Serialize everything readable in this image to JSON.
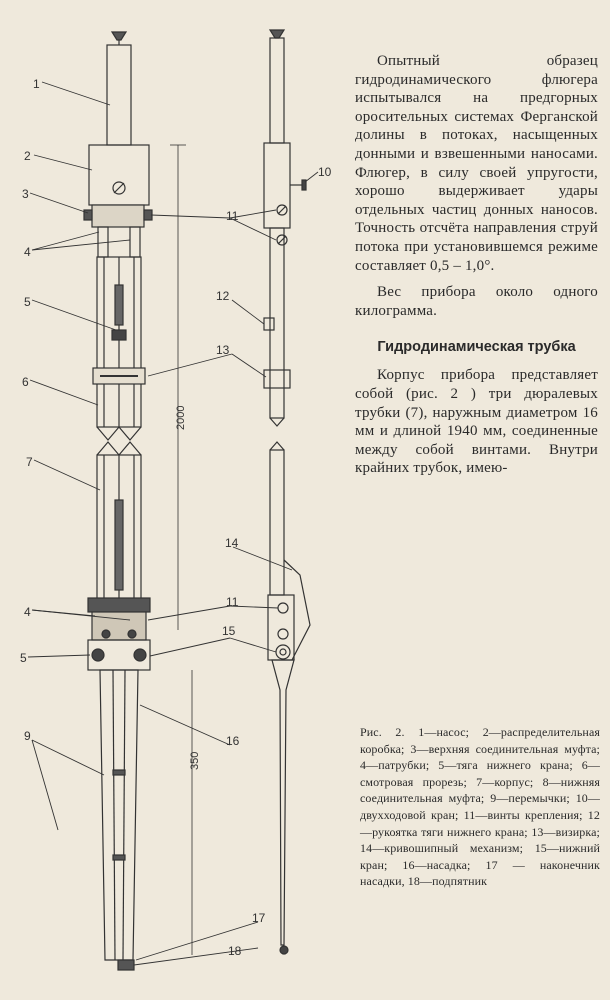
{
  "figure": {
    "callouts": [
      "1",
      "2",
      "3",
      "4",
      "5",
      "6",
      "7",
      "4",
      "5",
      "9",
      "16",
      "17",
      "18",
      "10",
      "11",
      "12",
      "13",
      "14",
      "11",
      "15"
    ],
    "dimensions": [
      "2000",
      "350"
    ]
  },
  "text_column": {
    "paragraphs": [
      "Опытный образец гидродинамического флюгера испытывался на предгорных оросительных системах Ферганской долины в потоках, насыщенных донными и взвешенными наносами. Флюгер, в силу своей упругости, хорошо выдерживает удары отдельных частиц донных наносов. Точность отсчёта направления струй потока при установившемся режиме составляет 0,5 – 1,0°.",
      "Вес прибора около одного килограмма."
    ],
    "heading": "Гидродинамическая трубка",
    "body": "Корпус прибора представляет собой (рис. 2 ) три дюралевых трубки (7), наружным диаметром 16 мм и длиной 1940 мм, соединенные между собой винтами. Внутри крайних трубок, имею-"
  },
  "caption": "Рис. 2. 1—насос; 2—распределительная коробка; 3—верхняя соединительная муфта; 4—патрубки; 5—тяга нижнего крана; 6—смотровая прорезь; 7—корпус; 8—нижняя соединительная муфта; 9—перемычки; 10—двухходовой кран; 11—винты крепления; 12—рукоятка тяги нижнего крана; 13—визирка; 14—кривошипный механизм; 15—нижний кран; 16—насадка; 17 — наконечник насадки, 18—подпятник"
}
